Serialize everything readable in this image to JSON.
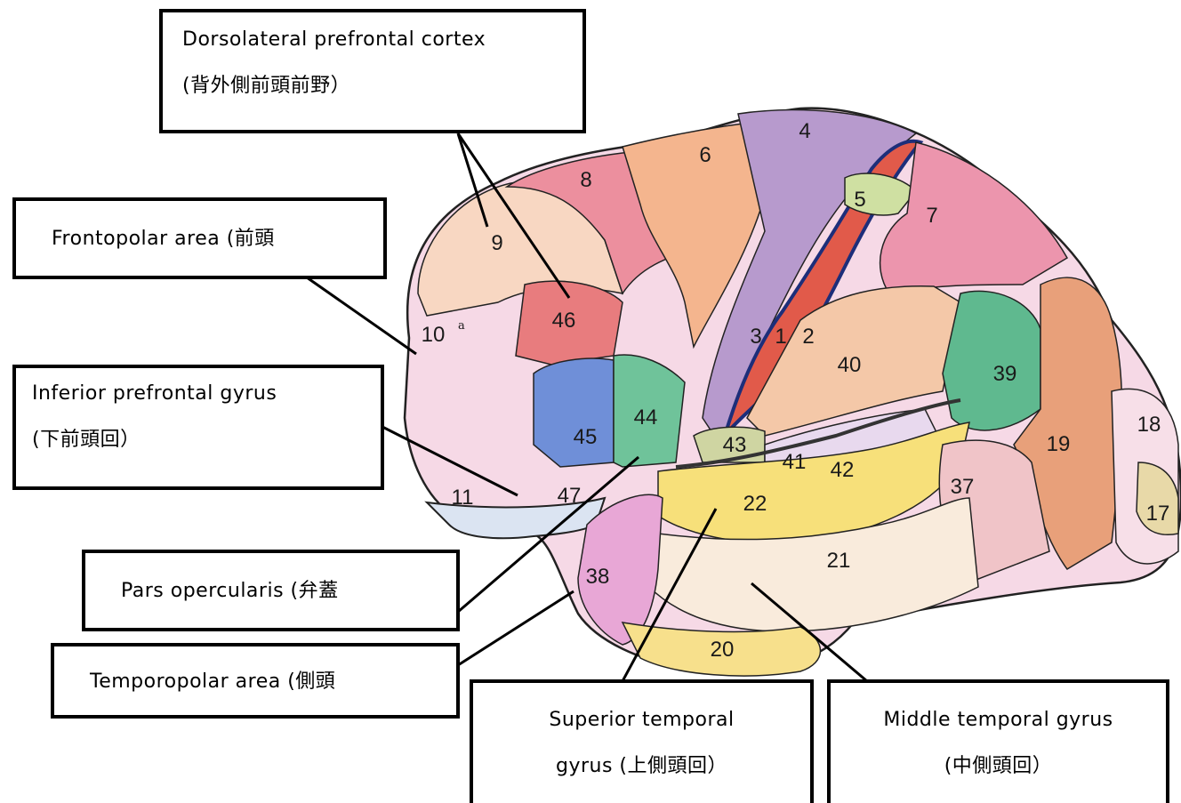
{
  "callouts": {
    "dlpfc": {
      "line1": "Dorsolateral prefrontal cortex",
      "line2": "(背外側前頭前野）"
    },
    "frontopolar": {
      "line1": "Frontopolar area (前頭"
    },
    "ifg": {
      "line1": "Inferior prefrontal gyrus",
      "line2": "(下前頭回）"
    },
    "pars": {
      "line1": "Pars opercularis (弁蓋"
    },
    "temporopolar": {
      "line1": "Temporopolar area (側頭"
    },
    "stg": {
      "line1": "Superior temporal",
      "line2": "gyrus (上側頭回）"
    },
    "mtg": {
      "line1": "Middle temporal gyrus",
      "line2": "(中側頭回）"
    }
  },
  "areas": {
    "a4": "4",
    "a6": "6",
    "a8": "8",
    "a5": "5",
    "a7": "7",
    "a9": "9",
    "a10": "10",
    "a10sup": "a",
    "a46": "46",
    "a3": "3",
    "a1": "1",
    "a2": "2",
    "a40": "40",
    "a39": "39",
    "a45": "45",
    "a44": "44",
    "a43": "43",
    "a41": "41",
    "a42": "42",
    "a18": "18",
    "a19": "19",
    "a11": "11",
    "a47": "47",
    "a22": "22",
    "a37": "37",
    "a17": "17",
    "a21": "21",
    "a38": "38",
    "a20": "20"
  }
}
